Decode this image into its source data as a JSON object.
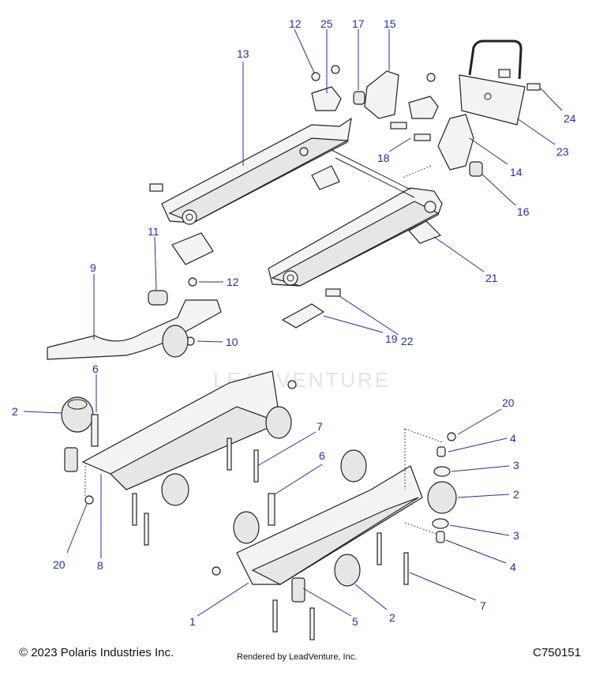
{
  "callouts": [
    {
      "id": "c12a",
      "label": "12"
    },
    {
      "id": "c25",
      "label": "25"
    },
    {
      "id": "c17",
      "label": "17"
    },
    {
      "id": "c15",
      "label": "15"
    },
    {
      "id": "c13",
      "label": "13"
    },
    {
      "id": "c24",
      "label": "24"
    },
    {
      "id": "c23",
      "label": "23"
    },
    {
      "id": "c18",
      "label": "18"
    },
    {
      "id": "c14",
      "label": "14"
    },
    {
      "id": "c16",
      "label": "16"
    },
    {
      "id": "c11",
      "label": "11"
    },
    {
      "id": "c9",
      "label": "9"
    },
    {
      "id": "c12b",
      "label": "12"
    },
    {
      "id": "c21",
      "label": "21"
    },
    {
      "id": "c10",
      "label": "10"
    },
    {
      "id": "c22",
      "label": "22"
    },
    {
      "id": "c19",
      "label": "19"
    },
    {
      "id": "c6a",
      "label": "6"
    },
    {
      "id": "c2a",
      "label": "2"
    },
    {
      "id": "c7a",
      "label": "7"
    },
    {
      "id": "c20a",
      "label": "20"
    },
    {
      "id": "c4a",
      "label": "4"
    },
    {
      "id": "c6b",
      "label": "6"
    },
    {
      "id": "c3a",
      "label": "3"
    },
    {
      "id": "c2b",
      "label": "2"
    },
    {
      "id": "c3b",
      "label": "3"
    },
    {
      "id": "c20b",
      "label": "20"
    },
    {
      "id": "c8",
      "label": "8"
    },
    {
      "id": "c4b",
      "label": "4"
    },
    {
      "id": "c1",
      "label": "1"
    },
    {
      "id": "c5",
      "label": "5"
    },
    {
      "id": "c2c",
      "label": "2"
    },
    {
      "id": "c7b",
      "label": "7"
    }
  ],
  "footer": {
    "copyright": "© 2023 Polaris Industries Inc.",
    "rendered_by": "Rendered by LeadVenture, Inc.",
    "figure_id": "C750151"
  },
  "watermark": "LEADVENTURE"
}
